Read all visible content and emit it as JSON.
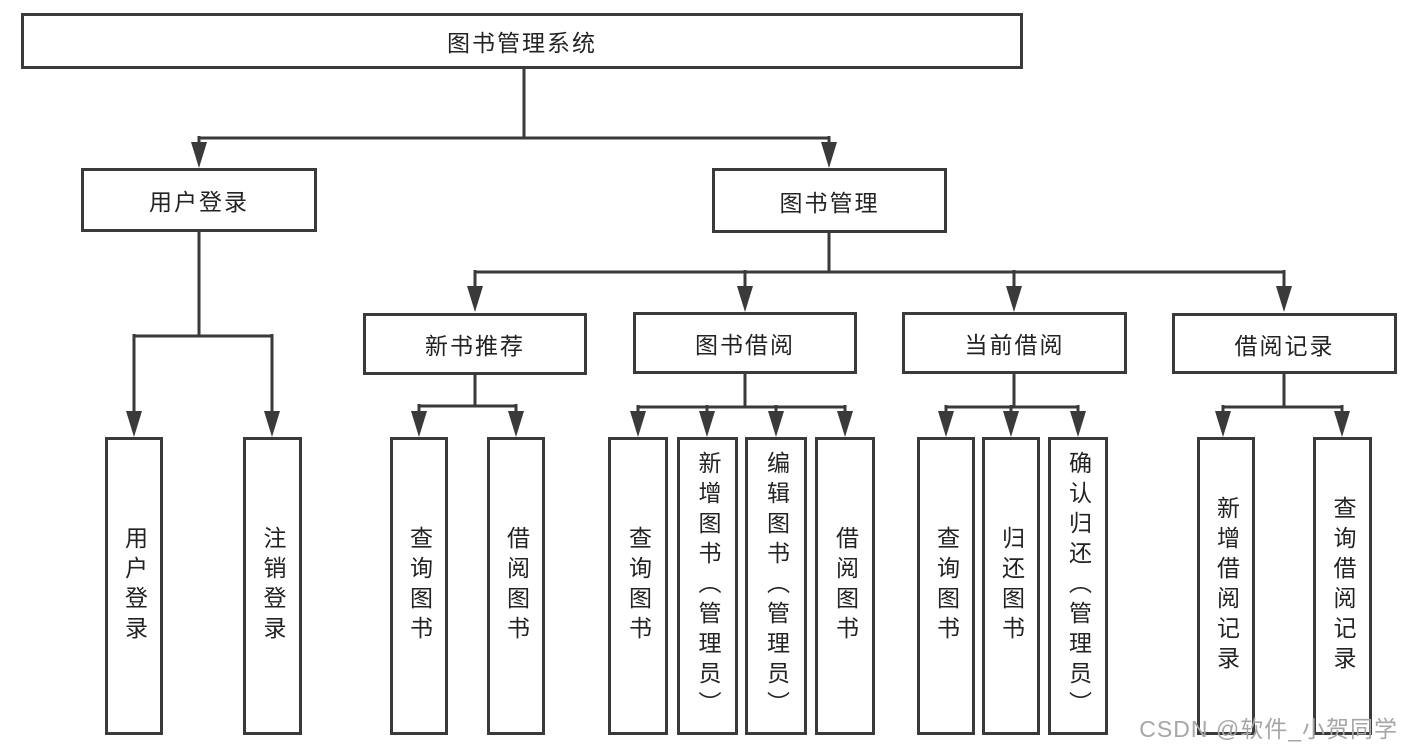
{
  "diagram": {
    "type": "hierarchy-tree",
    "title": "图书管理系统",
    "colors": {
      "line": "#3a3a3a",
      "box_border": "#3a3a3a",
      "text": "#232323",
      "background": "#ffffff",
      "watermark": "#a6a6a6"
    },
    "nodes": {
      "root": "图书管理系统",
      "user_login": "用户登录",
      "book_mgmt": "图书管理",
      "new_book_rec": "新书推荐",
      "book_borrow": "图书借阅",
      "current_borrow": "当前借阅",
      "borrow_records": "借阅记录",
      "leaf_user_login": "用户登录",
      "leaf_logout": "注销登录",
      "leaf_query_books_rec": "查询图书",
      "leaf_borrow_books_rec": "借阅图书",
      "leaf_query_books_borrow": "查询图书",
      "leaf_add_books": "新增图书（管理员）",
      "leaf_edit_books": "编辑图书（管理员）",
      "leaf_borrow_books_borrow": "借阅图书",
      "leaf_query_books_current": "查询图书",
      "leaf_return_books": "归还图书",
      "leaf_confirm_return": "确认归还（管理员）",
      "leaf_add_borrow_record": "新增借阅记录",
      "leaf_query_borrow_record": "查询借阅记录"
    },
    "hierarchy": {
      "图书管理系统": {
        "用户登录": [
          "用户登录",
          "注销登录"
        ],
        "图书管理": {
          "新书推荐": [
            "查询图书",
            "借阅图书"
          ],
          "图书借阅": [
            "查询图书",
            "新增图书（管理员）",
            "编辑图书（管理员）",
            "借阅图书"
          ],
          "当前借阅": [
            "查询图书",
            "归还图书",
            "确认归还（管理员）"
          ],
          "借阅记录": [
            "新增借阅记录",
            "查询借阅记录"
          ]
        }
      }
    },
    "watermark": "CSDN @软件_小贺同学"
  }
}
